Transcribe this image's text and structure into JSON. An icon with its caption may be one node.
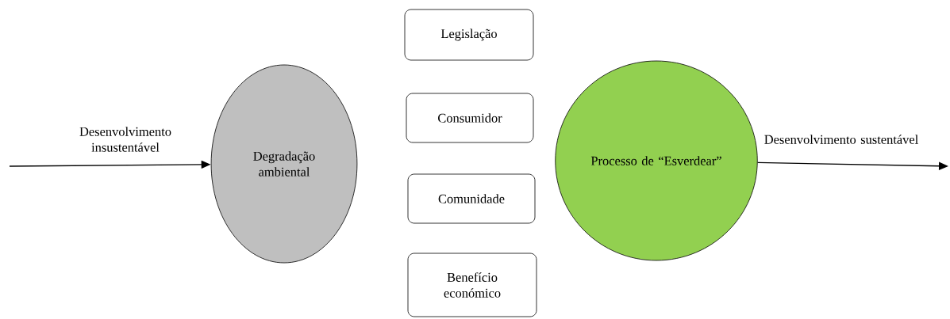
{
  "diagram": {
    "nodes": [
      {
        "text": [
          "Degradação ambiental"
        ]
      },
      {
        "text": [
          "Legislação"
        ]
      },
      {
        "text": [
          "Consumidor"
        ]
      },
      {
        "text": [
          "Comunidade"
        ]
      },
      {
        "text": [
          "Benefício económico"
        ]
      },
      {
        "text": [
          "Processo de “Esverdear”"
        ]
      }
    ],
    "edges": [
      {
        "from": null,
        "to": 0,
        "arrow": "to",
        "label": "Desenvolvimento insustentável"
      },
      {
        "from": 5,
        "to": null,
        "arrow": "to",
        "label": "Desenvolvimento sustentável"
      }
    ]
  }
}
